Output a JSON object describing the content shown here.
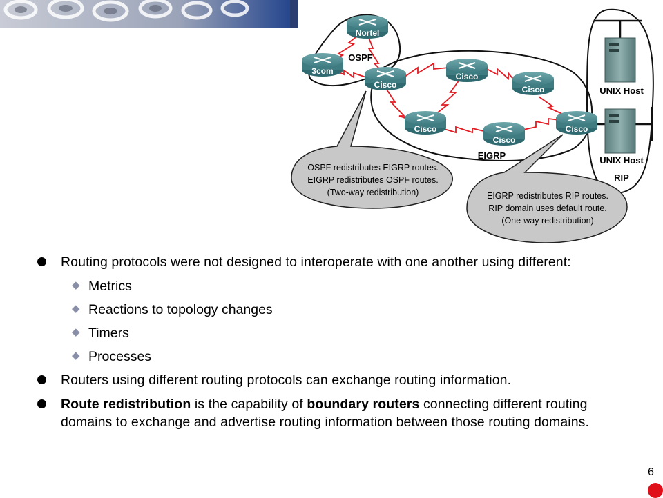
{
  "diagram": {
    "routers": {
      "nortel": "Nortel",
      "com3": "3com",
      "cisco_a": "Cisco",
      "cisco_b": "Cisco",
      "cisco_c": "Cisco",
      "cisco_d": "Cisco",
      "cisco_e": "Cisco",
      "cisco_f": "Cisco"
    },
    "domains": {
      "ospf": "OSPF",
      "eigrp": "EIGRP",
      "rip": "RIP"
    },
    "hosts": {
      "host1": "UNIX Host",
      "host2": "UNIX Host"
    },
    "callout_left": [
      "OSPF redistributes EIGRP routes.",
      "EIGRP redistributes OSPF routes.",
      "(Two-way redistribution)"
    ],
    "callout_right": [
      "EIGRP redistributes RIP routes.",
      "RIP domain uses default route.",
      "(One-way redistribution)"
    ],
    "colors": {
      "router": "#4f8f94",
      "link": "#e31b23",
      "host": "#6e8f8e",
      "callout": "#c8c8c8"
    }
  },
  "bullets": {
    "b1": "Routing protocols were not designed to interoperate with one another using different:",
    "sub": [
      "Metrics",
      "Reactions to topology changes",
      "Timers",
      "Processes"
    ],
    "b2": "Routers using different routing protocols can exchange routing information.",
    "b3_part1": "Route redistribution",
    "b3_part2": " is the capability of ",
    "b3_part3": "boundary routers",
    "b3_part4": " connecting different routing domains to exchange and advertise routing information between those routing domains."
  },
  "page_number": "6"
}
